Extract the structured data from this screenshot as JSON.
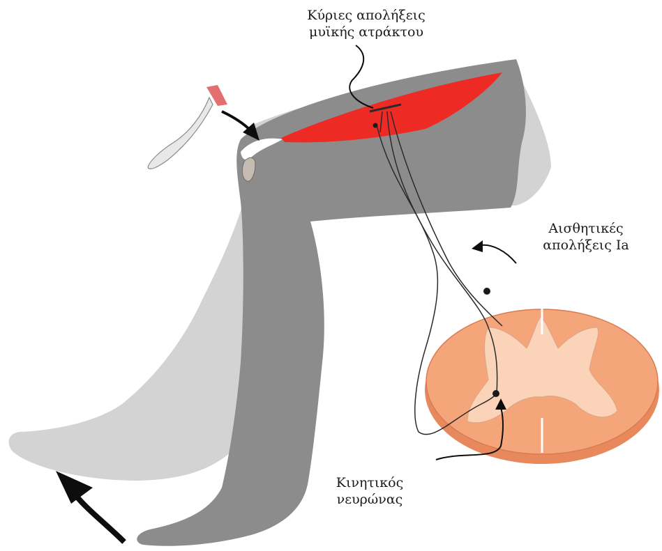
{
  "labels": {
    "spindle": {
      "line1": "Κύριες απολήξεις",
      "line2": "μυϊκής ατράκτου"
    },
    "sensory": {
      "line1": "Αισθητικές",
      "line2": "απολήξεις Ia"
    },
    "motor": {
      "line1": "Κινητικός",
      "line2": "νευρώνας"
    }
  },
  "colors": {
    "leg_dark": "#8c8c8c",
    "leg_light": "#d3d3d3",
    "muscle": "#ee2a24",
    "hammer_head": "#e36f70",
    "hammer_handle": "#e8e8e8",
    "patella": "#c5bbb0",
    "cord_outer": "#f4a67a",
    "cord_inner": "#fbd3b8",
    "cord_edge": "#d97b52",
    "nerve": "#2a2a2a",
    "arrow": "#0d0d0d"
  }
}
